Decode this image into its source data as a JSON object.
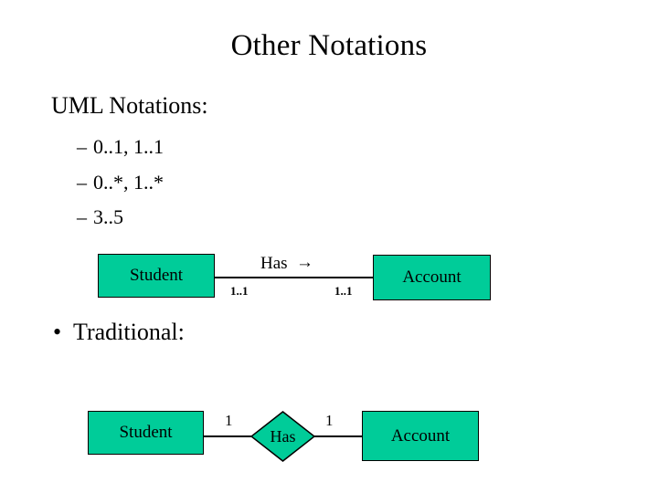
{
  "slide": {
    "title": "Other Notations",
    "background_color": "#FFFFFF",
    "text_color": "#000000"
  },
  "content": {
    "uml_heading": "UML Notations:",
    "uml_sub_bullets": [
      {
        "marker": "–",
        "text": "0..1, 1..1"
      },
      {
        "marker": "–",
        "text": "0..*, 1..*"
      },
      {
        "marker": "–",
        "text": "3..5"
      }
    ],
    "traditional_heading": "Traditional:",
    "traditional_bullet_marker": "•"
  },
  "uml_diagram": {
    "shape_fill": "#00CC99",
    "shape_border": "#000000",
    "entity_left": "Student",
    "entity_right": "Account",
    "association_label": "Has",
    "association_arrow": "→",
    "multiplicity_left": "1..1",
    "multiplicity_right": "1..1"
  },
  "er_diagram": {
    "shape_fill": "#00CC99",
    "shape_border": "#000000",
    "entity_left": "Student",
    "entity_right": "Account",
    "relationship_label": "Has",
    "cardinality_left": "1",
    "cardinality_right": "1"
  }
}
